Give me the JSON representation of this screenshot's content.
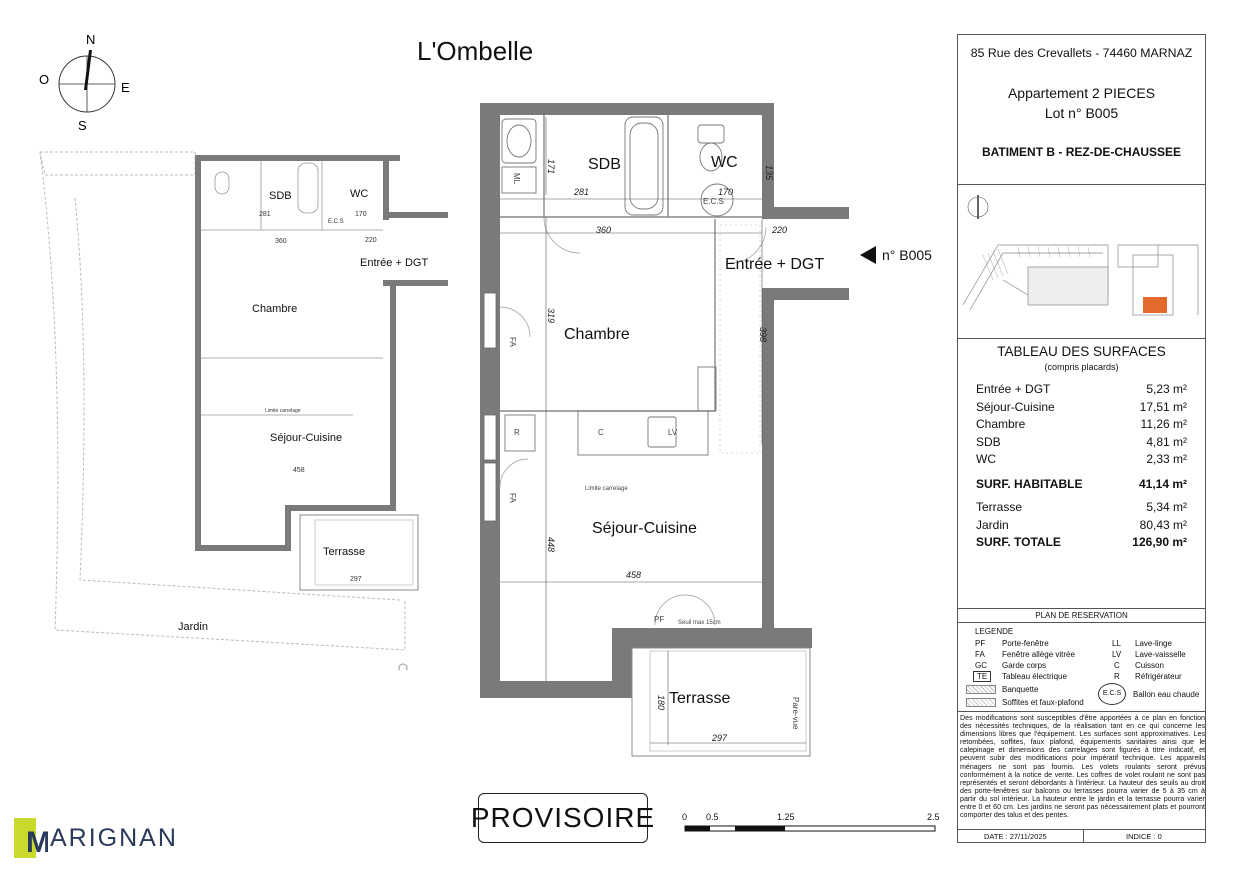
{
  "title": "L'Ombelle",
  "compass": {
    "n": "N",
    "s": "S",
    "e": "E",
    "o": "O"
  },
  "address": "85 Rue des Crevallets - 74460 MARNAZ",
  "apartment": {
    "type": "Appartement 2 PIECES",
    "lot": "Lot n° B005"
  },
  "building": "BATIMENT B -  REZ-DE-CHAUSSEE",
  "surfaces": {
    "title": "TABLEAU DES SURFACES",
    "subtitle": "(compris placards)",
    "rows": [
      {
        "label": "Entrée + DGT",
        "value": "5,23 m²"
      },
      {
        "label": "Séjour-Cuisine",
        "value": "17,51 m²"
      },
      {
        "label": "Chambre",
        "value": "11,26 m²"
      },
      {
        "label": "SDB",
        "value": "4,81 m²"
      },
      {
        "label": "WC",
        "value": "2,33 m²"
      }
    ],
    "habitable": {
      "label": "SURF. HABITABLE",
      "value": "41,14 m²"
    },
    "extra": [
      {
        "label": "Terrasse",
        "value": "5,34 m²"
      },
      {
        "label": "Jardin",
        "value": "80,43 m²"
      }
    ],
    "total": {
      "label": "SURF. TOTALE",
      "value": "126,90 m²"
    }
  },
  "reservation": "PLAN DE RESERVATION",
  "legend": {
    "title": "LEGENDE",
    "left": [
      {
        "code": "PF",
        "text": "Porte-fenêtre"
      },
      {
        "code": "FA",
        "text": "Fenêtre allège vitrée"
      },
      {
        "code": "GC",
        "text": "Garde corps"
      },
      {
        "code": "TE",
        "text": "Tableau électrique"
      }
    ],
    "right": [
      {
        "code": "LL",
        "text": "Lave-linge"
      },
      {
        "code": "LV",
        "text": "Lave-vaisselle"
      },
      {
        "code": "C",
        "text": "Cuisson"
      },
      {
        "code": "R",
        "text": "Réfrigérateur"
      }
    ],
    "banquette": "Banquette",
    "soffites": "Soffites et faux-plafond",
    "ecs_code": "E.C.S",
    "ecs_text": "Ballon eau chaude"
  },
  "notes": "Des modifications sont susceptibles d'être apportées à ce plan en fonction des nécessités techniques, de la réalisation tant en ce qui concerne les dimensions libres que l'équipement. Les surfaces sont approximatives. Les retombées, soffites, faux plafond, équipements sanitaires ainsi que le calepinage et dimensions des carrelages sont figurés à titre indicatif, et peuvent subir des modifications pour impératif technique. Les appareils ménagers ne sont pas fournis. Les volets roulants seront prévus conformément à la notice de vente. Les coffres de volet roulant ne sont pas représentés et seront débordants à l'intérieur. La hauteur des seuils au droit des porte-fenêtres sur balcons ou terrasses pourra varier de 5 à 35 cm à partir du sol intérieur. La hauteur entre le jardin et la terrasse pourra varier entre 0 et 60 cm. Les jardins ne seront pas nécessairement plats et pourront comporter des talus et des pentes.",
  "footer": {
    "date": "DATE : 27/11/2025",
    "index": "INDICE : 0"
  },
  "stamp": "PROVISOIRE",
  "brand": {
    "letter": "M",
    "rest": "ARIGNAN",
    "accent": "#c9d92e",
    "dark": "#2a3a5a"
  },
  "scale": {
    "ticks": [
      "0",
      "0.5",
      "1.25",
      "2.5"
    ]
  },
  "plan": {
    "rooms": {
      "sdb": "SDB",
      "wc": "WC",
      "entree": "Entrée + DGT",
      "chambre": "Chambre",
      "sejour": "Séjour-Cuisine",
      "terrasse": "Terrasse",
      "jardin": "Jardin"
    },
    "lot_marker": "n° B005",
    "dims": {
      "d171": "171",
      "d281": "281",
      "d170": "170",
      "d135": "135",
      "d360": "360",
      "d220": "220",
      "d319": "319",
      "d398": "398",
      "d448": "448",
      "d458": "458",
      "d180": "180",
      "d297": "297"
    },
    "labels": {
      "ml": "ML",
      "ecs": "E.C.S",
      "fa": "FA",
      "pf": "PF",
      "r": "R",
      "c": "C",
      "lv": "LV",
      "limite": "Limite carrelage",
      "seuil": "Seuil max 15cm",
      "parevue": "Pare-vue"
    }
  },
  "colors": {
    "wall": "#7a7a7a",
    "wall_dark": "#555555",
    "highlight": "#e46a2b"
  }
}
